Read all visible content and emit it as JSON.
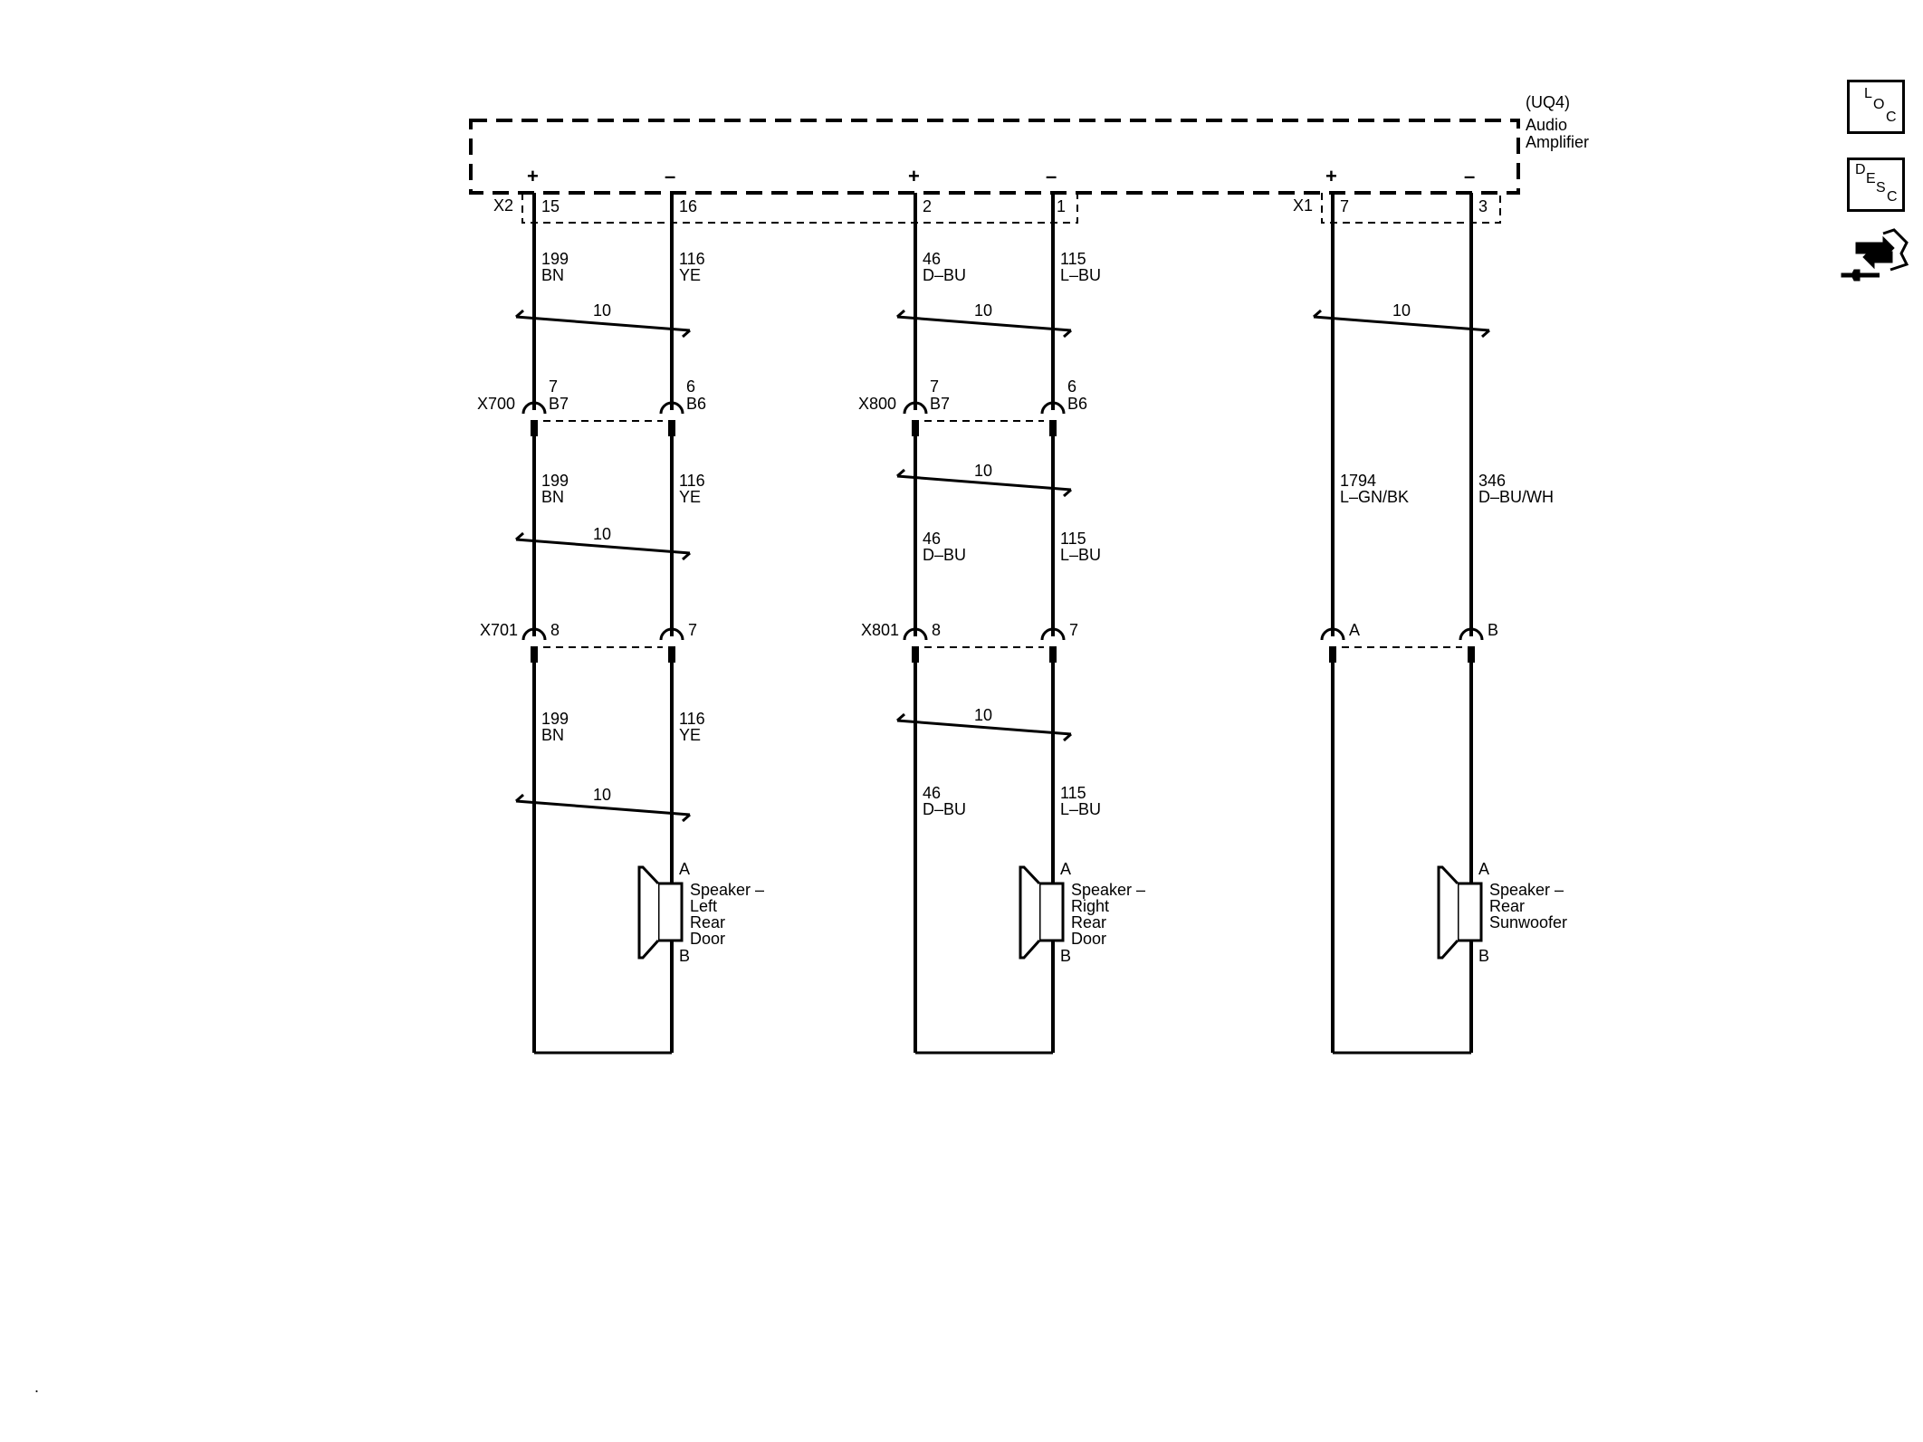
{
  "amplifier": {
    "ref": "(UQ4)",
    "line1": "Audio",
    "line2": "Amplifier",
    "plus": "+",
    "minus": "–",
    "connectors": {
      "x2": "X2",
      "x1": "X1"
    },
    "pins": {
      "c1_plus": "15",
      "c1_minus": "16",
      "c2_plus": "2",
      "c2_minus": "1",
      "c3_plus": "7",
      "c3_minus": "3"
    }
  },
  "twist": "10",
  "circuits": {
    "c199": {
      "num": "199",
      "color": "BN"
    },
    "c116": {
      "num": "116",
      "color": "YE"
    },
    "c46": {
      "num": "46",
      "color": "D–BU"
    },
    "c115": {
      "num": "115",
      "color": "L–BU"
    },
    "c1794": {
      "num": "1794",
      "color": "L–GN/BK"
    },
    "c346": {
      "num": "346",
      "color": "D–BU/WH"
    }
  },
  "inline_connectors": {
    "x700": {
      "name": "X700",
      "left_pin": "7",
      "left_cav": "B7",
      "right_pin": "6",
      "right_cav": "B6"
    },
    "x800": {
      "name": "X800",
      "left_pin": "7",
      "left_cav": "B7",
      "right_pin": "6",
      "right_cav": "B6"
    },
    "x701": {
      "name": "X701",
      "left_pin": "8",
      "right_pin": "7"
    },
    "x801": {
      "name": "X801",
      "left_pin": "8",
      "right_pin": "7"
    },
    "sub": {
      "left_pin": "A",
      "right_pin": "B"
    }
  },
  "speakers": {
    "left": {
      "pin_a": "A",
      "pin_b": "B",
      "lines": [
        "Speaker –",
        "Left",
        "Rear",
        "Door"
      ]
    },
    "right": {
      "pin_a": "A",
      "pin_b": "B",
      "lines": [
        "Speaker –",
        "Right",
        "Rear",
        "Door"
      ]
    },
    "sub": {
      "pin_a": "A",
      "pin_b": "B",
      "lines": [
        "Speaker –",
        "Rear",
        "Sunwoofer"
      ]
    }
  },
  "side_buttons": {
    "loc": {
      "l1": "L",
      "l2": "O",
      "l3": "C"
    },
    "desc": {
      "l1": "D",
      "l2": "E",
      "l3": "S",
      "l4": "C"
    }
  },
  "footer_mark": "."
}
